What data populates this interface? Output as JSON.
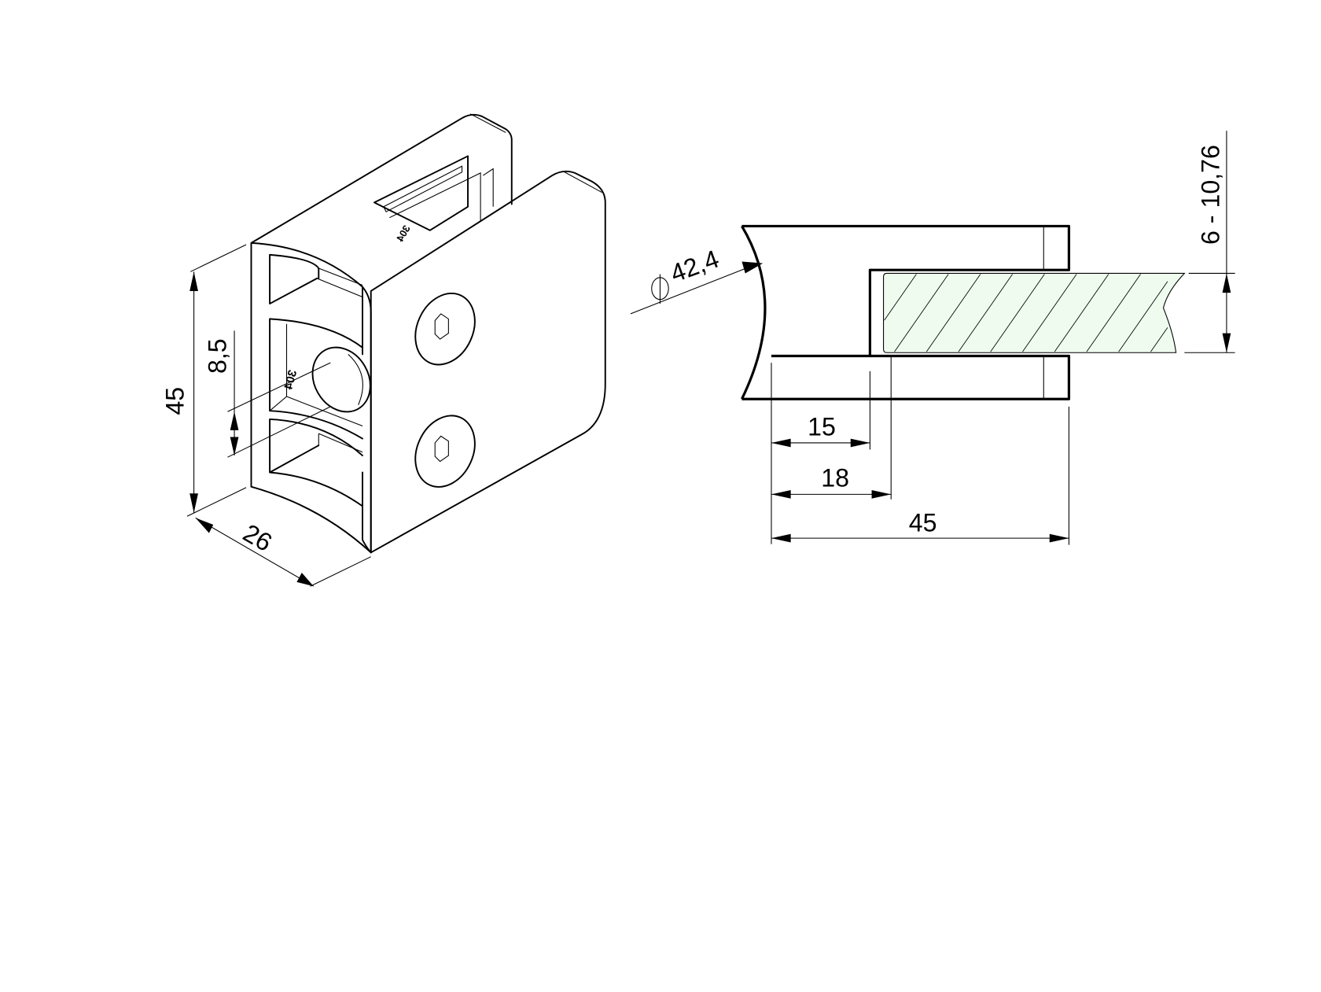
{
  "drawing": {
    "isometric_view": {
      "dimensions": {
        "height": "45",
        "hole_offset": "8,5",
        "depth": "26"
      },
      "material_marking": "304"
    },
    "section_view": {
      "dimensions": {
        "tube_diameter_symbol": "phi-symbol",
        "tube_diameter": "42,4",
        "glass_thickness": "6 - 10,76",
        "inner_depth_1": "15",
        "inner_depth_2": "18",
        "overall_length": "45"
      },
      "glass_fill_color": "#eefbee"
    }
  }
}
